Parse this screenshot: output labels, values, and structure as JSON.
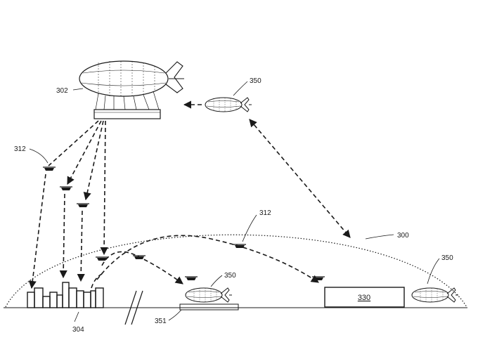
{
  "labels": {
    "airship": "302",
    "drone_upper": "312",
    "drone_lower": "312",
    "shuttle_upper": "350",
    "shuttle_dock": "350",
    "shuttle_right": "350",
    "boundary": "300",
    "destinations": "304",
    "dock": "351",
    "facility": "330"
  },
  "colors": {
    "ink": "#1a1a1a",
    "background": "#ffffff"
  }
}
